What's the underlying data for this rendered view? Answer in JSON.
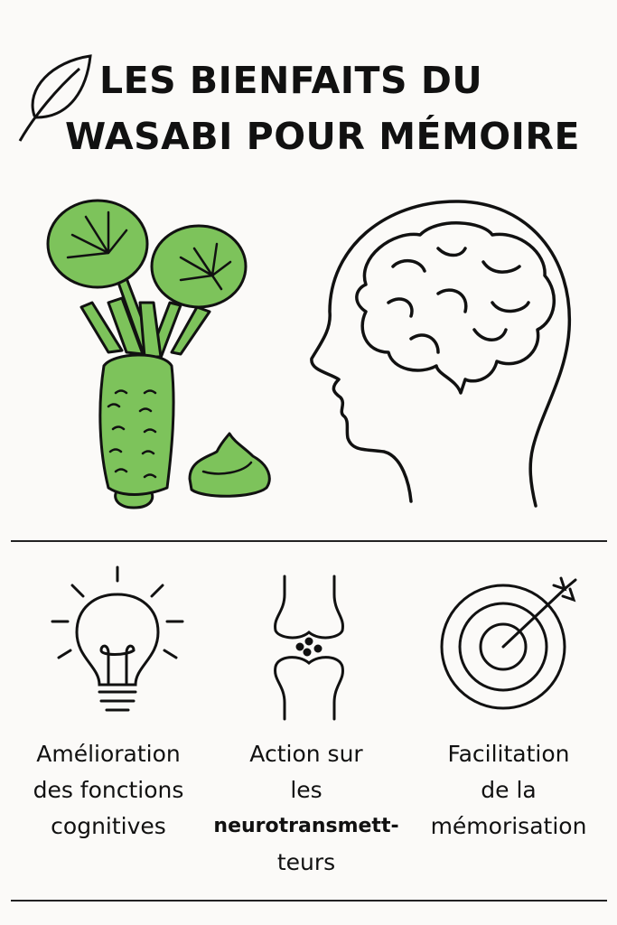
{
  "title": {
    "line1": "LES BIENFAITS DU",
    "line2": "WASABI POUR MÉMOIRE"
  },
  "colors": {
    "green": "#7dc35b",
    "ink": "#111111",
    "background": "#fbfaf8"
  },
  "benefits": [
    {
      "icon": "lightbulb-icon",
      "lines": [
        "Amélioration",
        "des fonctions",
        "cognitives"
      ]
    },
    {
      "icon": "synapse-icon",
      "lines": [
        "Action sur",
        "les",
        "neurotransmett-",
        "teurs"
      ]
    },
    {
      "icon": "target-icon",
      "lines": [
        "Facilitation",
        "de la",
        "mémorisation"
      ]
    }
  ]
}
